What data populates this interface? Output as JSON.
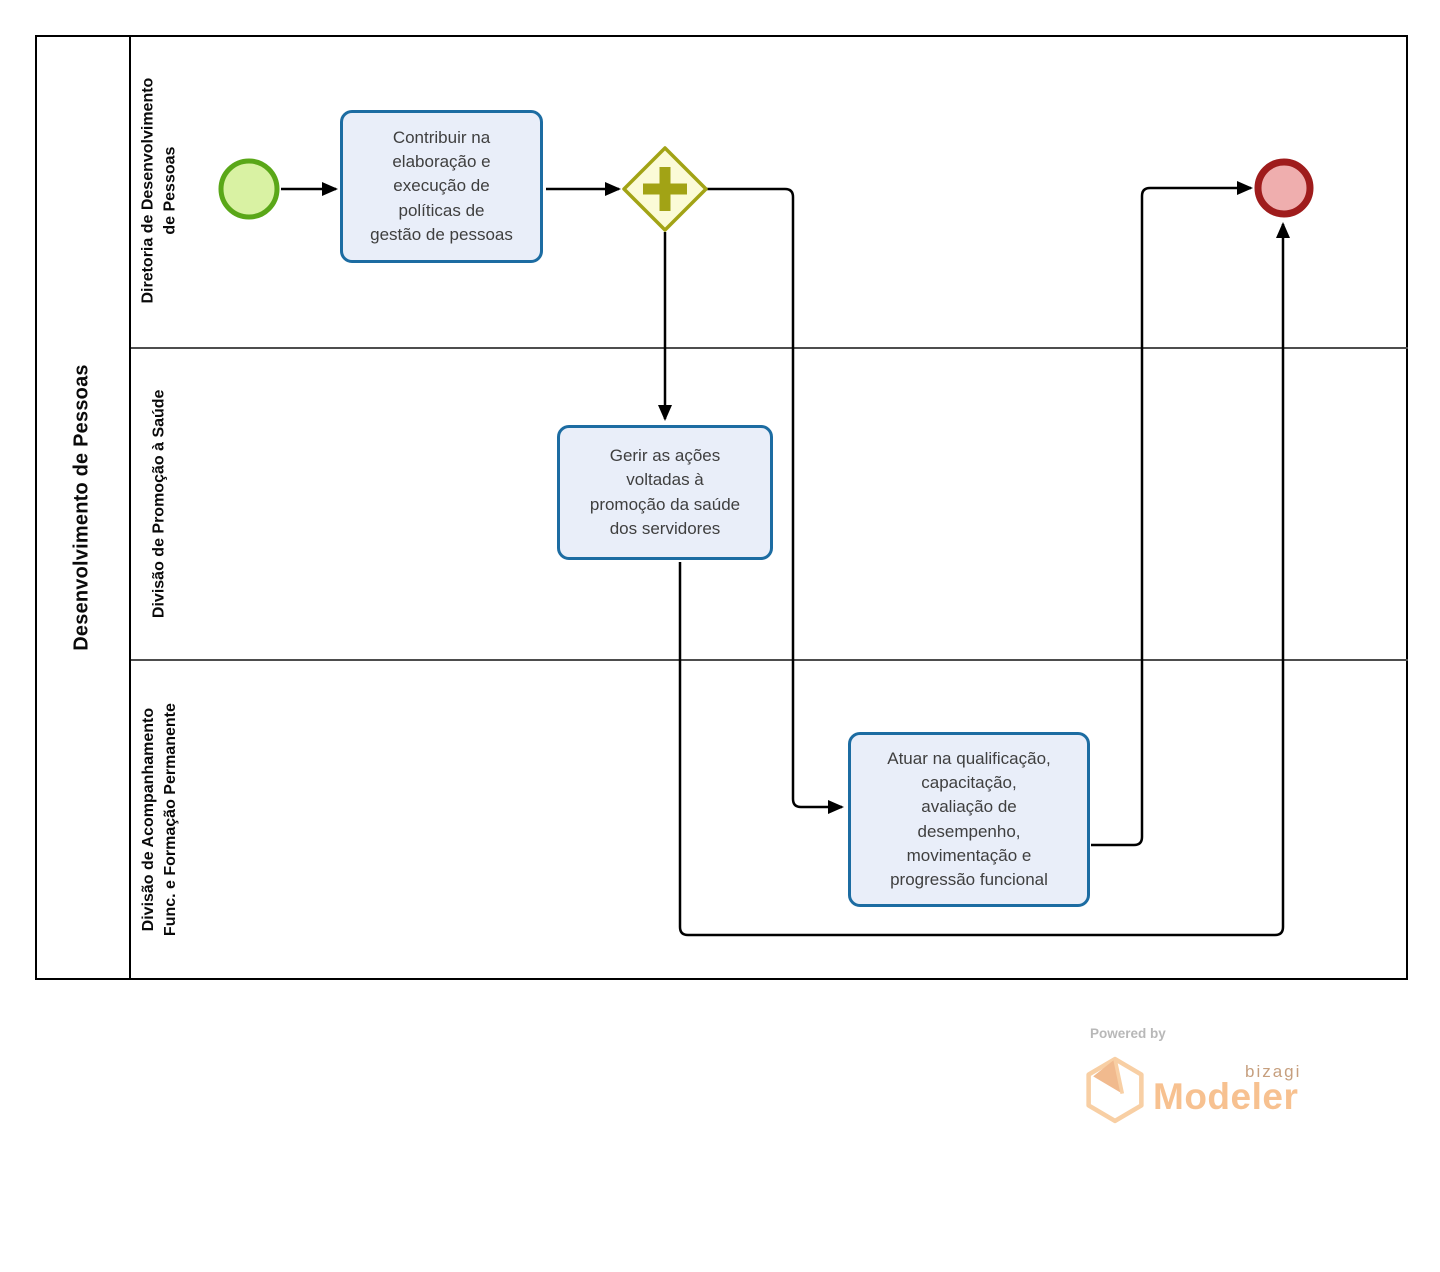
{
  "diagram": {
    "pool": {
      "title": "Desenvolvimento de Pessoas",
      "lanes": [
        {
          "id": "diretoria-desenvolvimento",
          "lines": [
            "Diretoria de Desenvolvimento",
            "de Pessoas"
          ]
        },
        {
          "id": "divisao-promocao-saude",
          "lines": [
            "Divisão de Promoção à Saúde"
          ]
        },
        {
          "id": "divisao-acompanhamento",
          "lines": [
            "Divisão de Acompanhamento",
            "Func. e Formação Permanente"
          ]
        }
      ]
    },
    "tasks": {
      "task1": {
        "text": "Contribuir na\nelaboração e\nexecução de\npolíticas de\ngestão de pessoas"
      },
      "task2": {
        "text": "Gerir as ações\nvoltadas à\npromoção da saúde\ndos servidores"
      },
      "task3": {
        "text": "Atuar na qualificação,\ncapacitação,\navaliação de\ndesempenho,\nmovimentação e\nprogressão funcional"
      }
    },
    "events": {
      "start": "start-event",
      "end": "end-event"
    },
    "gateway": {
      "type": "parallel-gateway"
    }
  },
  "colors": {
    "task_fill": "#e9eef9",
    "task_border": "#1c6ca2",
    "start_fill": "#d9f2a3",
    "start_border": "#5aa718",
    "end_fill": "#efaeae",
    "end_border": "#9f1c1c",
    "gateway_fill": "#fbfbd7",
    "gateway_border": "#a2a315",
    "flow": "#000000",
    "lane_divider": "#4d4d4d",
    "pool_border": "#000000",
    "logo_orange": "#f7c190",
    "logo_gray": "#b8b8b8"
  },
  "footer": {
    "powered_by": "Powered by",
    "brand": "bizagi",
    "product": "Modeler"
  }
}
